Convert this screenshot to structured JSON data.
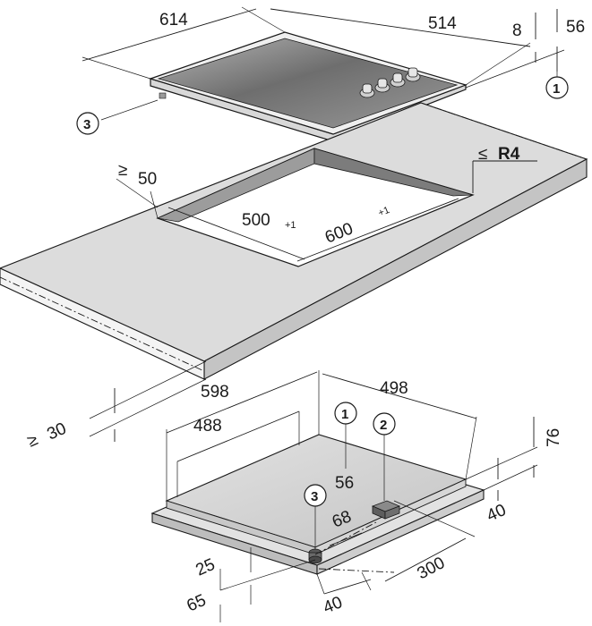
{
  "hob": {
    "width": "614",
    "depth": "514",
    "frame": "8",
    "height": "56"
  },
  "cutout": {
    "min_edge": "50",
    "width": "500",
    "width_tol": "+1",
    "depth": "600",
    "depth_tol": "+1",
    "radius": "R4",
    "worktop_min": "30"
  },
  "underside": {
    "width": "598",
    "depth": "498",
    "inner_width": "488",
    "h56": "56",
    "h76": "76",
    "h40": "40",
    "d68": "68",
    "d25": "25",
    "d65": "65",
    "d40": "40",
    "d300": "300"
  },
  "callouts": [
    "1",
    "2",
    "3"
  ],
  "symbols": {
    "le": "≤",
    "ge": "≥"
  },
  "colors": {
    "stroke": "#1a1a1a",
    "glass_dark": "#7c7c7c",
    "worktop": "#dcdcdc",
    "body": "#c8c8c8"
  }
}
